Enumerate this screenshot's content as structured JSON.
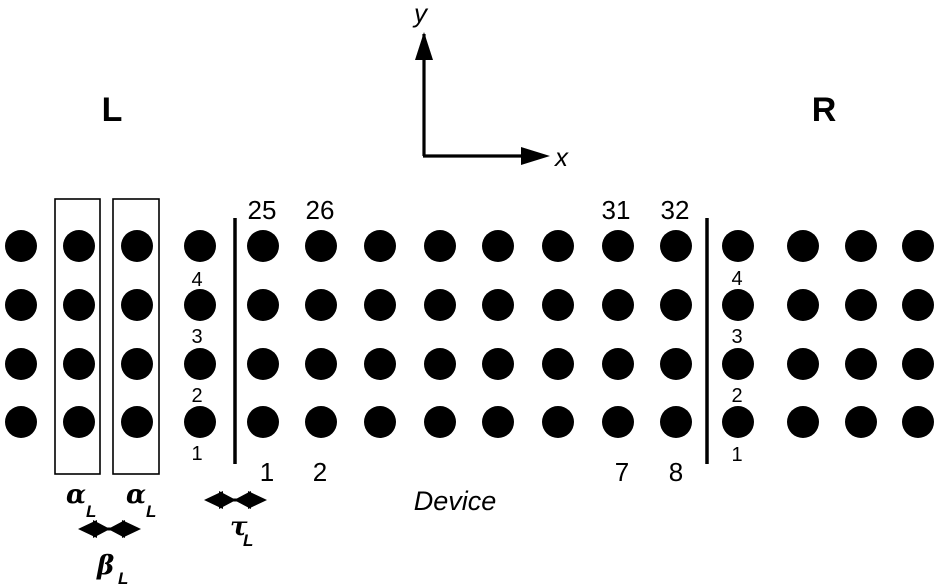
{
  "leads": {
    "left_label": "L",
    "right_label": "R"
  },
  "axes": {
    "y_label": "y",
    "x_label": "x"
  },
  "device": {
    "label": "Device",
    "top_numbers": [
      "25",
      "26",
      "31",
      "32"
    ],
    "bottom_numbers": [
      "1",
      "2",
      "7",
      "8"
    ]
  },
  "row_numbers": {
    "left": [
      "4",
      "3",
      "2",
      "1"
    ],
    "right": [
      "4",
      "3",
      "2",
      "1"
    ]
  },
  "parameters": {
    "alpha": {
      "symbol": "α",
      "subscript": "L"
    },
    "beta": {
      "symbol": "β",
      "subscript": "L"
    },
    "tau": {
      "symbol": "τ",
      "subscript": "L"
    }
  },
  "colors": {
    "ink": "#000000",
    "background": "#ffffff"
  }
}
